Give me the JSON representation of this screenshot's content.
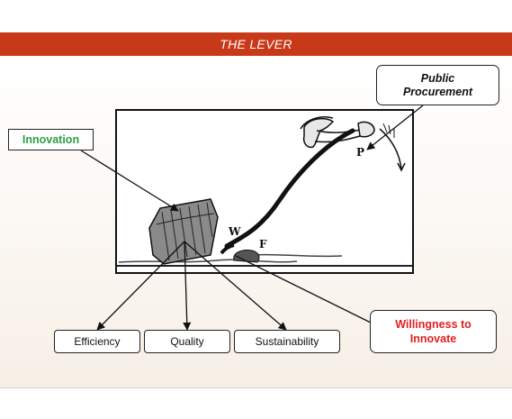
{
  "title": "THE LEVER",
  "labels": {
    "innovation": "Innovation",
    "public_procurement_line1": "Public",
    "public_procurement_line2": "Procurement",
    "willingness_line1": "Willingness to",
    "willingness_line2": "Innovate",
    "efficiency": "Efficiency",
    "quality": "Quality",
    "sustainability": "Sustainability"
  },
  "illustration_letters": {
    "weight": "W",
    "fulcrum": "F",
    "power": "P"
  },
  "colors": {
    "banner": "#c8391a",
    "innovation_text": "#2f9e45",
    "willingness_text": "#e02020"
  }
}
